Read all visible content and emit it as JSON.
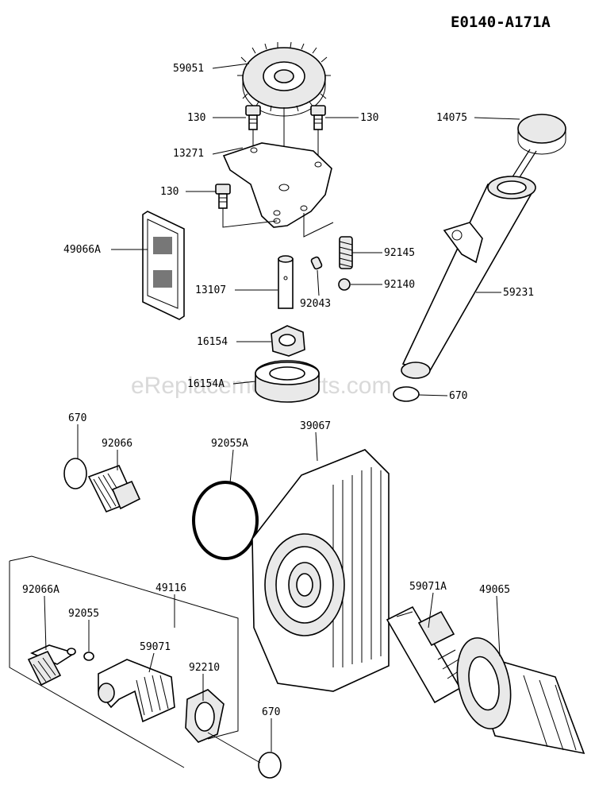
{
  "diagram_code": "E0140-A171A",
  "watermark": "eReplacementParts.com",
  "part_labels": {
    "p59051": "59051",
    "p130a": "130",
    "p130b": "130",
    "p130c": "130",
    "p13271": "13271",
    "p14075": "14075",
    "p49066A": "49066A",
    "p92145": "92145",
    "p13107": "13107",
    "p92140": "92140",
    "p92043": "92043",
    "p59231": "59231",
    "p16154": "16154",
    "p16154A": "16154A",
    "p670a": "670",
    "p670b": "670",
    "p92066": "92066",
    "p92055A": "92055A",
    "p39067": "39067",
    "p92066A": "92066A",
    "p49116": "49116",
    "p92055": "92055",
    "p59071A": "59071A",
    "p49065": "49065",
    "p59071": "59071",
    "p92210": "92210",
    "p670c": "670"
  }
}
